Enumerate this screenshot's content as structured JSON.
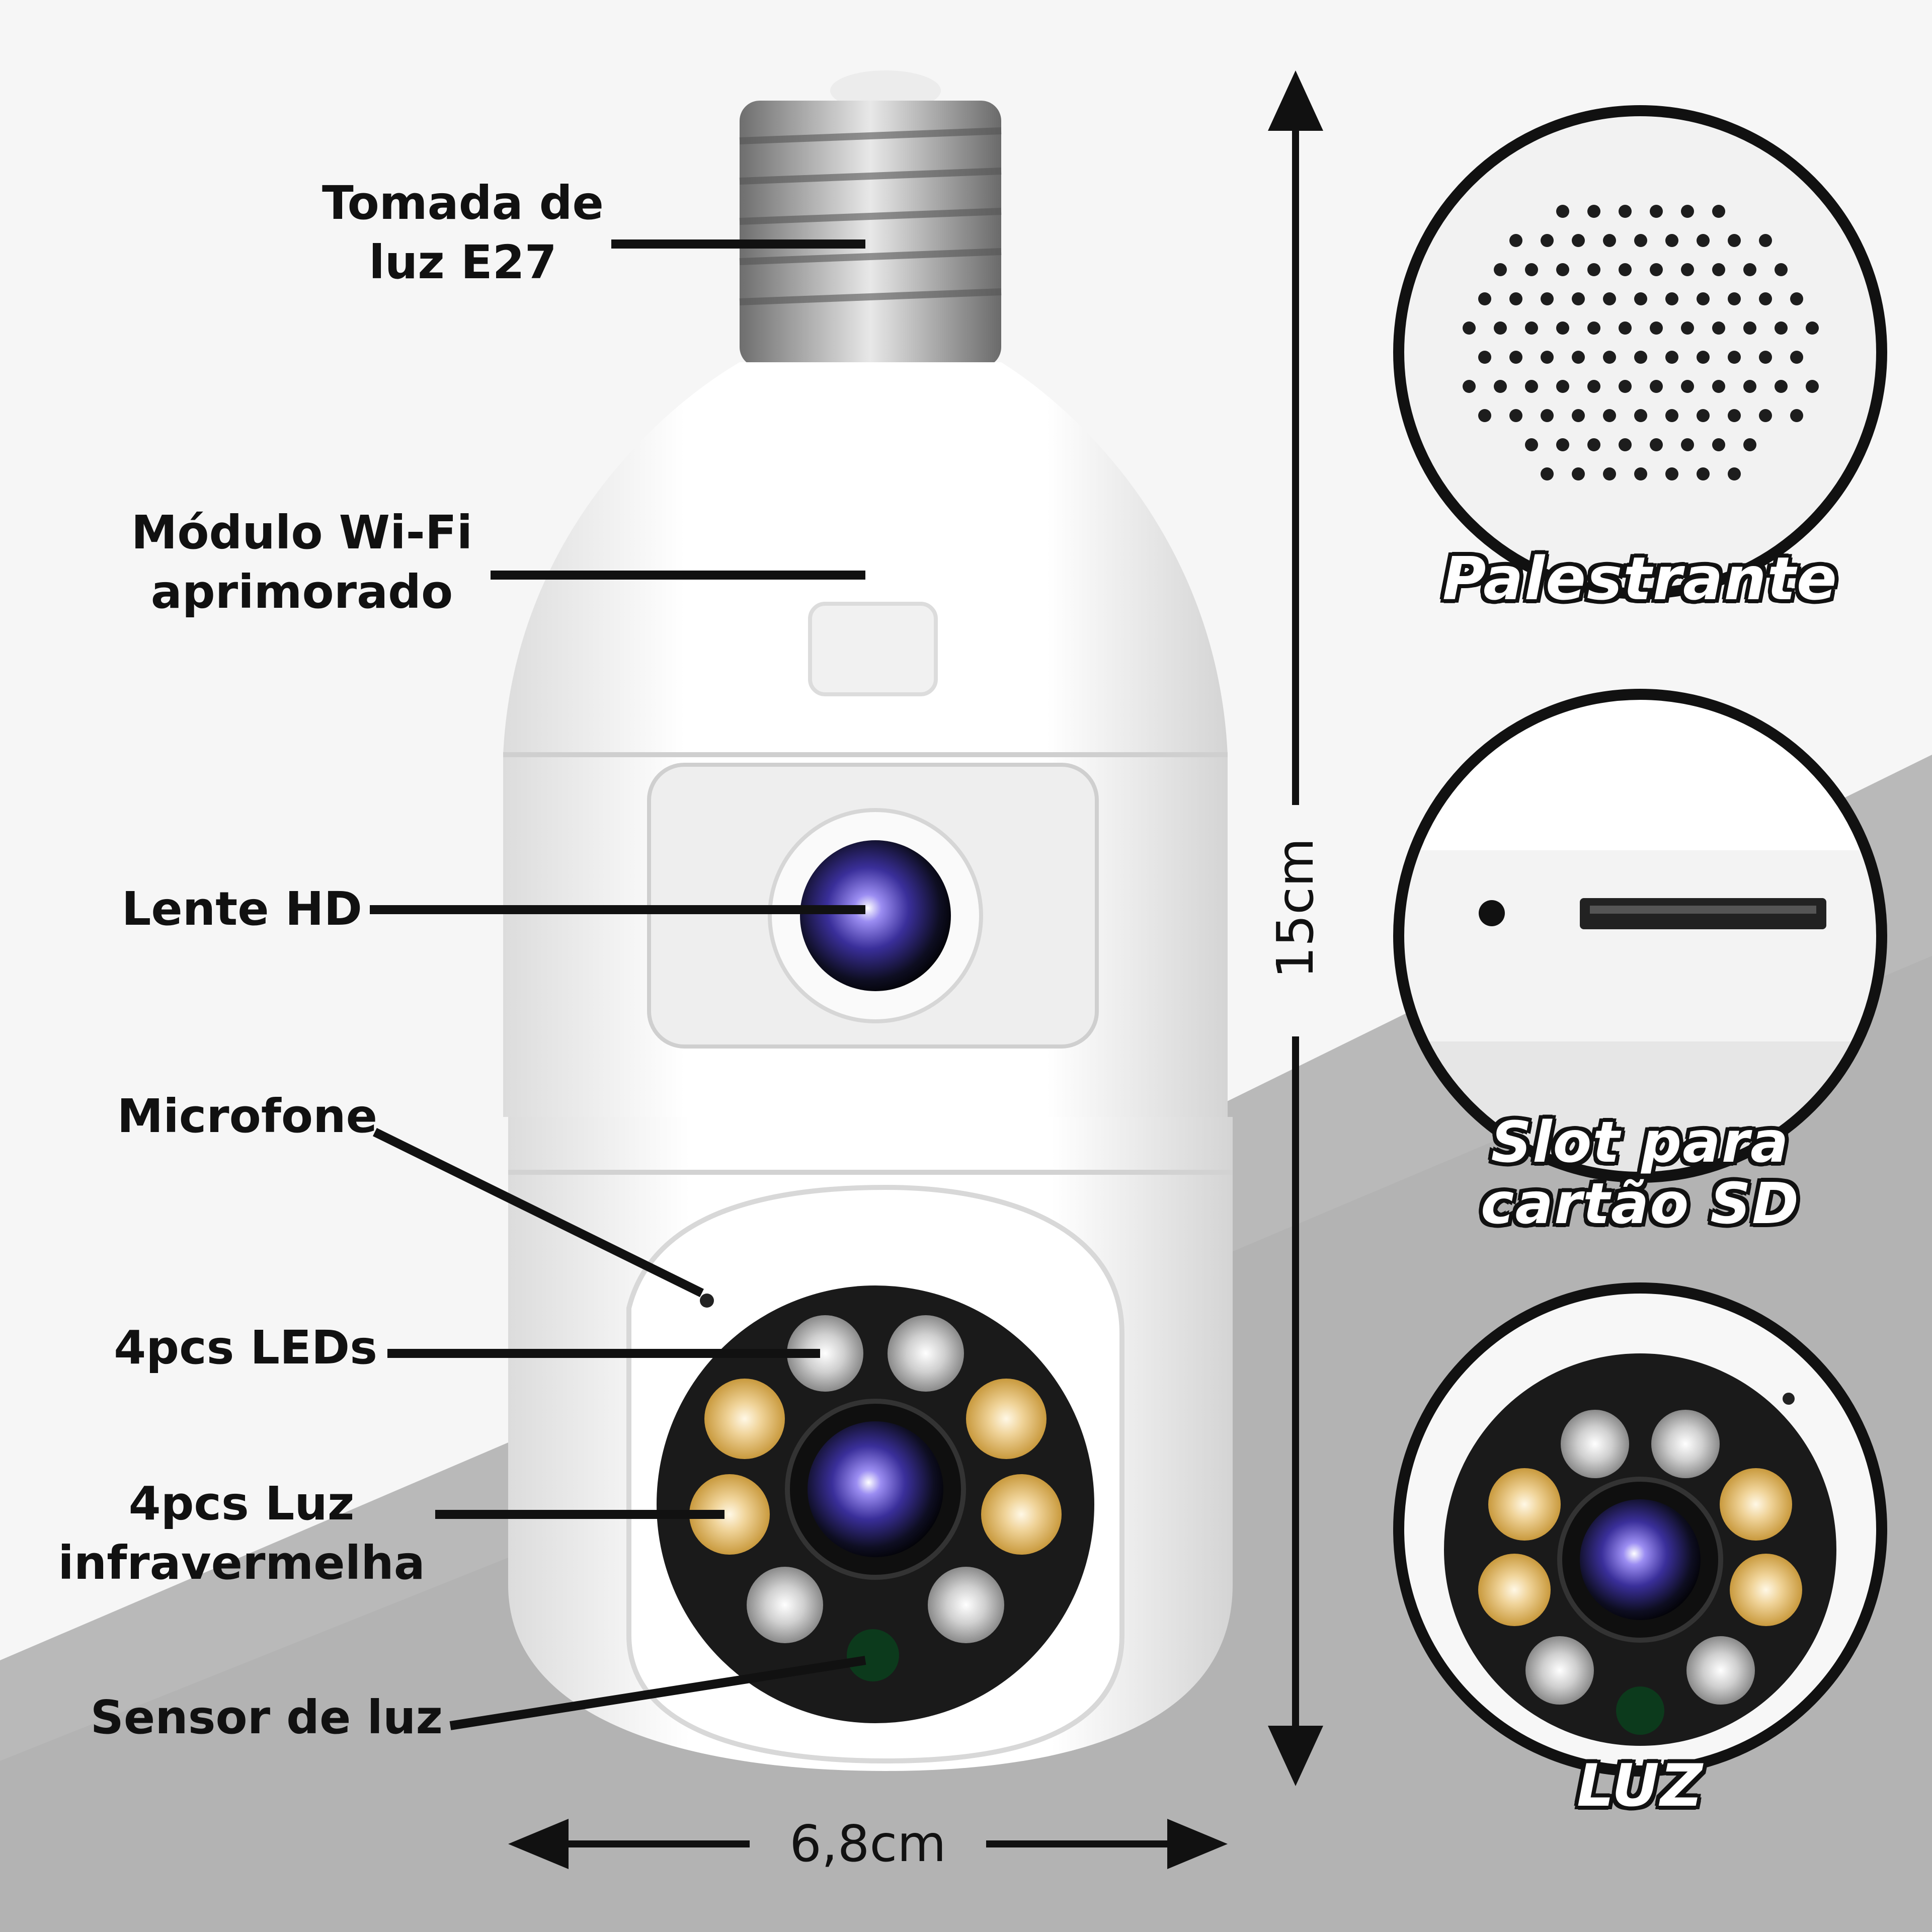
{
  "labels": {
    "socket": "Tomada de\nluz E27",
    "wifi": "Módulo Wi-Fi\naprimorado",
    "lens": "Lente HD",
    "mic": "Microfone",
    "leds": "4pcs LEDs",
    "infrared": "4pcs Luz\ninfravermelha",
    "sensor": "Sensor de luz"
  },
  "insets": {
    "speaker": "Palestrante",
    "sd": "Slot para\ncartão SD",
    "light": "LUZ"
  },
  "dimensions": {
    "height": "15cm",
    "width": "6,8cm"
  },
  "colors": {
    "line": "#111111",
    "body": "#ffffff",
    "gray_band": "#b9b9b9",
    "warm_led": "#e8c27a",
    "lens_glow": "#5b54c8"
  }
}
